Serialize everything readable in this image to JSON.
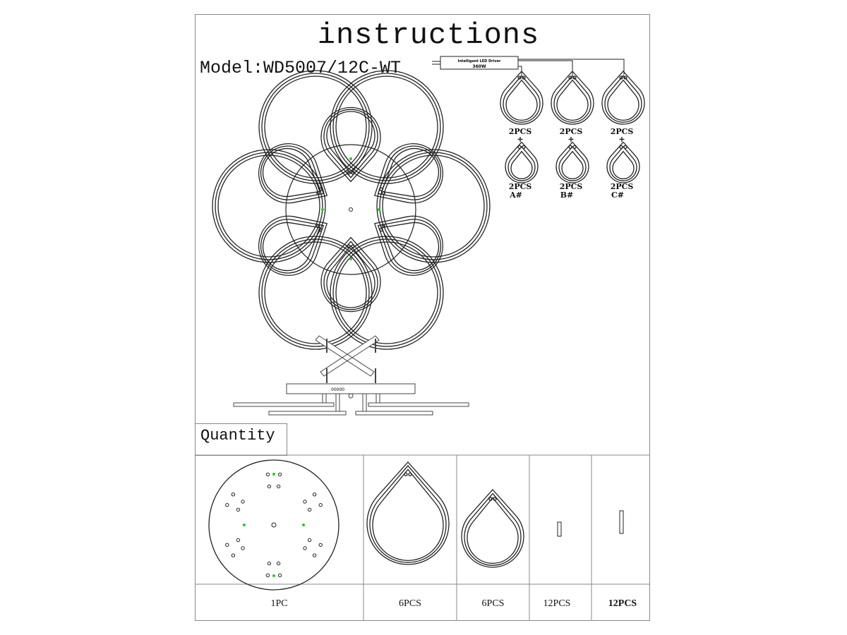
{
  "title": "instructions",
  "model": "Model:WD5007/12C-WT",
  "driver": {
    "line1": "Intelligent LED Driver",
    "line2": "360W"
  },
  "wiring": [
    {
      "top": "2PCS",
      "plus": "+",
      "bottom": "2PCS",
      "group": "A#"
    },
    {
      "top": "2PCS",
      "plus": "+",
      "bottom": "2PCS",
      "group": "B#"
    },
    {
      "top": "2PCS",
      "plus": "+",
      "bottom": "2PCS",
      "group": "C#"
    }
  ],
  "base_marking": "00000",
  "quantity": {
    "heading": "Quantity",
    "items": [
      {
        "part": "base-plate",
        "count": "1PC"
      },
      {
        "part": "large-ring",
        "count": "6PCS"
      },
      {
        "part": "small-ring",
        "count": "6PCS"
      },
      {
        "part": "short-rod",
        "count": "12PCS"
      },
      {
        "part": "long-rod",
        "count": "12PCS"
      }
    ]
  },
  "colors": {
    "line": "#222222",
    "border": "#888888",
    "marker": "#22cc22"
  }
}
